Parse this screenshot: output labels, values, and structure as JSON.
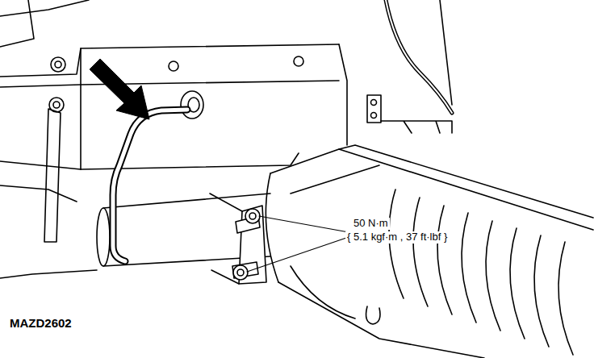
{
  "diagram": {
    "labels": [
      "50 N·m",
      "{ 5.1 kgf·m , 37 ft·lbf }",
      "MAZD2602"
    ]
  }
}
